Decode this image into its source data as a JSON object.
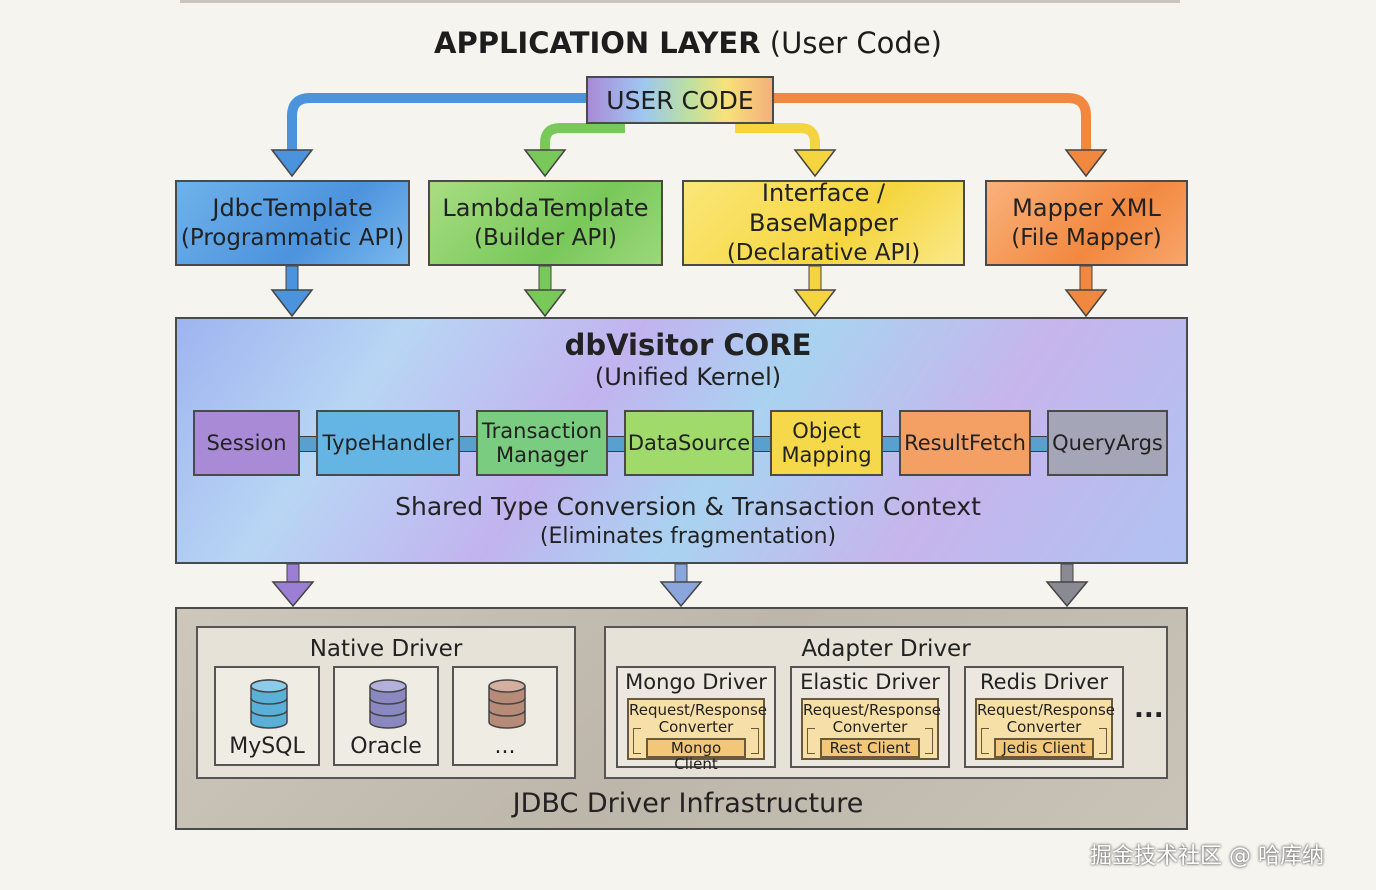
{
  "title": {
    "bold": "APPLICATION LAYER",
    "rest": " (User Code)"
  },
  "user_code": "USER CODE",
  "apis": [
    {
      "name": "JdbcTemplate",
      "desc": "(Programmatic API)",
      "color": "#4c93dd"
    },
    {
      "name": "LambdaTemplate",
      "desc": "(Builder API)",
      "color": "#78c85a"
    },
    {
      "name": "Interface / BaseMapper",
      "desc": "(Declarative API)",
      "color": "#f5d53f"
    },
    {
      "name": "Mapper XML",
      "desc": "(File Mapper)",
      "color": "#f2883f"
    }
  ],
  "core": {
    "title": "dbVisitor CORE",
    "subtitle": "(Unified Kernel)",
    "modules": [
      {
        "l1": "Session",
        "l2": ""
      },
      {
        "l1": "TypeHandler",
        "l2": ""
      },
      {
        "l1": "Transaction",
        "l2": "Manager"
      },
      {
        "l1": "DataSource",
        "l2": ""
      },
      {
        "l1": "Object",
        "l2": "Mapping"
      },
      {
        "l1": "ResultFetch",
        "l2": ""
      },
      {
        "l1": "QueryArgs",
        "l2": ""
      }
    ],
    "shared": "Shared Type Conversion & Transaction Context",
    "eliminates": "(Eliminates fragmentation)"
  },
  "infrastructure": {
    "title": "JDBC Driver Infrastructure",
    "native": {
      "title": "Native Driver",
      "dbs": [
        {
          "label": "MySQL",
          "color": "#5bb0d8"
        },
        {
          "label": "Oracle",
          "color": "#8a88c0"
        },
        {
          "label": "...",
          "color": "#b88a78"
        }
      ]
    },
    "adapter": {
      "title": "Adapter Driver",
      "drivers": [
        {
          "name": "Mongo Driver",
          "converter": "Request/Response Converter",
          "client": "Mongo Client"
        },
        {
          "name": "Elastic Driver",
          "converter": "Request/Response Converter",
          "client": "Rest Client"
        },
        {
          "name": "Redis Driver",
          "converter": "Request/Response Converter",
          "client": "Jedis Client"
        }
      ],
      "more": "..."
    }
  },
  "watermark": "掘金技术社区 @ 哈库纳"
}
